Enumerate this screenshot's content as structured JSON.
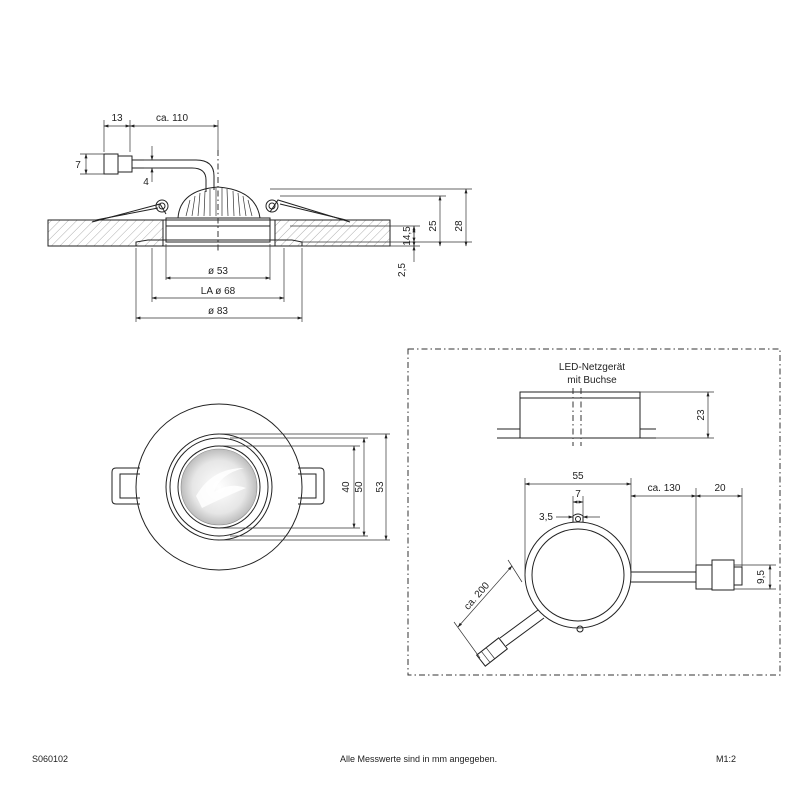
{
  "side_view": {
    "dim_13": "13",
    "dim_ca110": "ca. 110",
    "dim_7": "7",
    "dim_4": "4",
    "dim_28": "28",
    "dim_25": "25",
    "dim_14_5": "14,5",
    "dim_2_5": "2,5",
    "dim_d53": "ø 53",
    "dim_la68": "LA ø 68",
    "dim_d83": "ø 83"
  },
  "front_view": {
    "dim_40": "40",
    "dim_50": "50",
    "dim_53": "53"
  },
  "driver": {
    "title_line1": "LED-Netzgerät",
    "title_line2": "mit Buchse",
    "dim_23": "23",
    "dim_55": "55",
    "dim_7": "7",
    "dim_3_5": "3,5",
    "dim_ca130": "ca. 130",
    "dim_20": "20",
    "dim_9_5": "9,5",
    "dim_ca200": "ca. 200"
  },
  "footer": {
    "article": "S060102",
    "note": "Alle Messwerte sind in mm angegeben.",
    "scale": "M1:2"
  }
}
